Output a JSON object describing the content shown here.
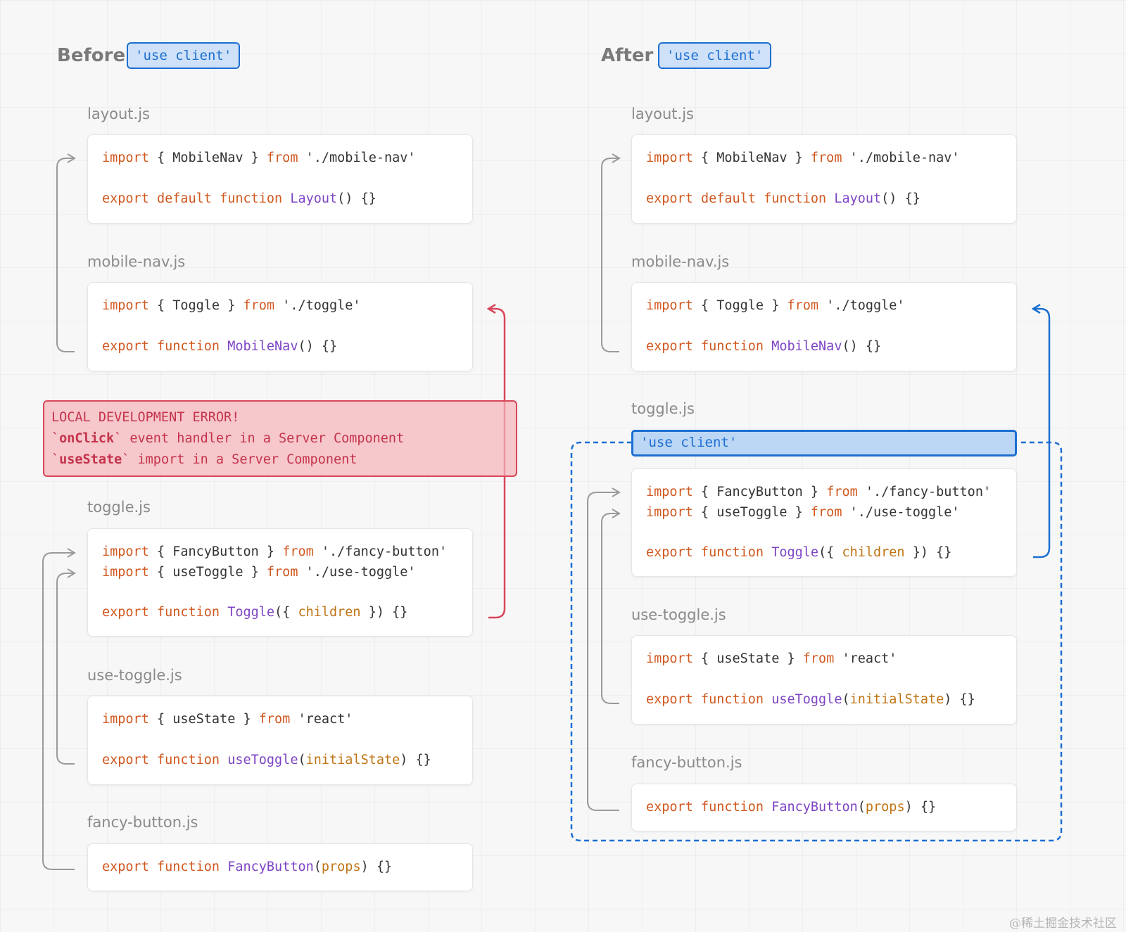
{
  "colors": {
    "keyword": "#d1581f",
    "function": "#7d44c4",
    "param": "#c07414",
    "error": "#d8465a",
    "client_blue": "#1c6fd1"
  },
  "before": {
    "heading": "Before",
    "badge": "'use client'",
    "files": [
      {
        "name": "layout.js",
        "lines": [
          [
            {
              "t": "import",
              "c": "kw"
            },
            {
              "t": " { MobileNav } "
            },
            {
              "t": "from",
              "c": "kw"
            },
            {
              "t": " './mobile-nav'"
            }
          ],
          [
            {
              "t": "export default function",
              "c": "kw"
            },
            {
              "t": " "
            },
            {
              "t": "Layout",
              "c": "fn"
            },
            {
              "t": "() {}"
            }
          ]
        ]
      },
      {
        "name": "mobile-nav.js",
        "lines": [
          [
            {
              "t": "import",
              "c": "kw"
            },
            {
              "t": " { Toggle } "
            },
            {
              "t": "from",
              "c": "kw"
            },
            {
              "t": " './toggle'"
            }
          ],
          [
            {
              "t": "export function",
              "c": "kw"
            },
            {
              "t": " "
            },
            {
              "t": "MobileNav",
              "c": "fn"
            },
            {
              "t": "() {}"
            }
          ]
        ]
      },
      {
        "name": "toggle.js",
        "lines": [
          [
            {
              "t": "import",
              "c": "kw"
            },
            {
              "t": " { FancyButton } "
            },
            {
              "t": "from",
              "c": "kw"
            },
            {
              "t": " './fancy-button'"
            }
          ],
          [
            {
              "t": "import",
              "c": "kw"
            },
            {
              "t": " { useToggle } "
            },
            {
              "t": "from",
              "c": "kw"
            },
            {
              "t": " './use-toggle'"
            }
          ],
          [
            {
              "t": "export function",
              "c": "kw"
            },
            {
              "t": " "
            },
            {
              "t": "Toggle",
              "c": "fn"
            },
            {
              "t": "({ "
            },
            {
              "t": "children",
              "c": "pa"
            },
            {
              "t": " }) {}"
            }
          ]
        ]
      },
      {
        "name": "use-toggle.js",
        "lines": [
          [
            {
              "t": "import",
              "c": "kw"
            },
            {
              "t": " { useState } "
            },
            {
              "t": "from",
              "c": "kw"
            },
            {
              "t": " 'react'"
            }
          ],
          [
            {
              "t": "export function",
              "c": "kw"
            },
            {
              "t": " "
            },
            {
              "t": "useToggle",
              "c": "fn"
            },
            {
              "t": "("
            },
            {
              "t": "initialState",
              "c": "pa"
            },
            {
              "t": ") {}"
            }
          ]
        ]
      },
      {
        "name": "fancy-button.js",
        "lines": [
          [
            {
              "t": "export function",
              "c": "kw"
            },
            {
              "t": " "
            },
            {
              "t": "FancyButton",
              "c": "fn"
            },
            {
              "t": "("
            },
            {
              "t": "props",
              "c": "pa"
            },
            {
              "t": ") {}"
            }
          ]
        ]
      }
    ],
    "error": {
      "lines": [
        [
          {
            "t": "LOCAL DEVELOPMENT ERROR!"
          }
        ],
        [
          {
            "t": "`"
          },
          {
            "t": "onClick",
            "b": true
          },
          {
            "t": "` event handler in a Server Component"
          }
        ],
        [
          {
            "t": "`"
          },
          {
            "t": "useState",
            "b": true
          },
          {
            "t": "` import in a Server Component"
          }
        ]
      ]
    }
  },
  "after": {
    "heading": "After",
    "badge": "'use client'",
    "client_directive": "'use client'",
    "files": [
      {
        "name": "layout.js",
        "lines": [
          [
            {
              "t": "import",
              "c": "kw"
            },
            {
              "t": " { MobileNav } "
            },
            {
              "t": "from",
              "c": "kw"
            },
            {
              "t": " './mobile-nav'"
            }
          ],
          [
            {
              "t": "export default function",
              "c": "kw"
            },
            {
              "t": " "
            },
            {
              "t": "Layout",
              "c": "fn"
            },
            {
              "t": "() {}"
            }
          ]
        ]
      },
      {
        "name": "mobile-nav.js",
        "lines": [
          [
            {
              "t": "import",
              "c": "kw"
            },
            {
              "t": " { Toggle } "
            },
            {
              "t": "from",
              "c": "kw"
            },
            {
              "t": " './toggle'"
            }
          ],
          [
            {
              "t": "export function",
              "c": "kw"
            },
            {
              "t": " "
            },
            {
              "t": "MobileNav",
              "c": "fn"
            },
            {
              "t": "() {}"
            }
          ]
        ]
      },
      {
        "name": "toggle.js",
        "lines": [
          [
            {
              "t": "import",
              "c": "kw"
            },
            {
              "t": " { FancyButton } "
            },
            {
              "t": "from",
              "c": "kw"
            },
            {
              "t": " './fancy-button'"
            }
          ],
          [
            {
              "t": "import",
              "c": "kw"
            },
            {
              "t": " { useToggle } "
            },
            {
              "t": "from",
              "c": "kw"
            },
            {
              "t": " './use-toggle'"
            }
          ],
          [
            {
              "t": "export function",
              "c": "kw"
            },
            {
              "t": " "
            },
            {
              "t": "Toggle",
              "c": "fn"
            },
            {
              "t": "({ "
            },
            {
              "t": "children",
              "c": "pa"
            },
            {
              "t": " }) {}"
            }
          ]
        ]
      },
      {
        "name": "use-toggle.js",
        "lines": [
          [
            {
              "t": "import",
              "c": "kw"
            },
            {
              "t": " { useState } "
            },
            {
              "t": "from",
              "c": "kw"
            },
            {
              "t": " 'react'"
            }
          ],
          [
            {
              "t": "export function",
              "c": "kw"
            },
            {
              "t": " "
            },
            {
              "t": "useToggle",
              "c": "fn"
            },
            {
              "t": "("
            },
            {
              "t": "initialState",
              "c": "pa"
            },
            {
              "t": ") {}"
            }
          ]
        ]
      },
      {
        "name": "fancy-button.js",
        "lines": [
          [
            {
              "t": "export function",
              "c": "kw"
            },
            {
              "t": " "
            },
            {
              "t": "FancyButton",
              "c": "fn"
            },
            {
              "t": "("
            },
            {
              "t": "props",
              "c": "pa"
            },
            {
              "t": ") {}"
            }
          ]
        ]
      }
    ]
  },
  "watermark": "@稀土掘金技术社区"
}
